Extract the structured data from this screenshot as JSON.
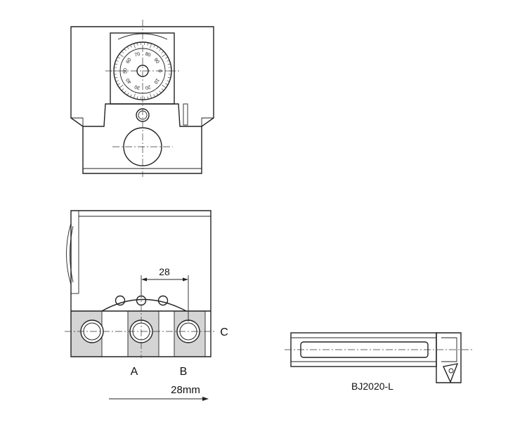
{
  "dial": {
    "numbers": [
      "0",
      "10",
      "20",
      "30",
      "40",
      "50",
      "60",
      "70",
      "80",
      "90"
    ]
  },
  "labels": {
    "dimension_28": "28",
    "label_c": "C",
    "label_a": "A",
    "label_b": "B",
    "dimension_28mm": "28mm",
    "model": "BJ2020-L"
  }
}
